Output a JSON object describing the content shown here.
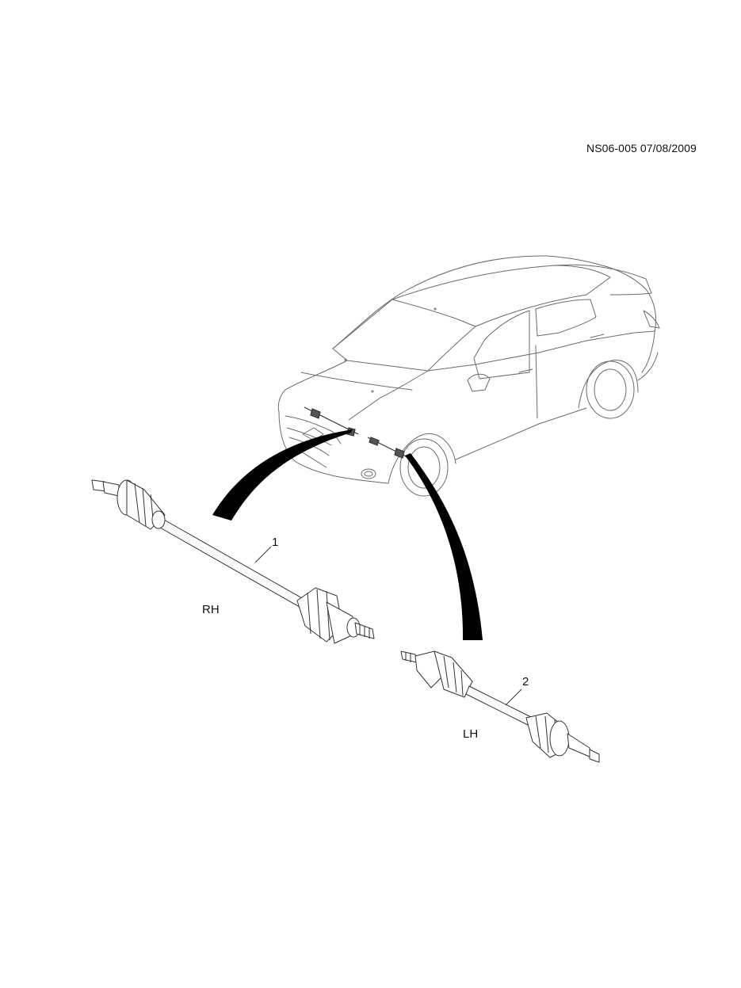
{
  "header": {
    "doc_id": "NS06-005 07/08/2009"
  },
  "parts": [
    {
      "callout": "1",
      "side": "RH"
    },
    {
      "callout": "2",
      "side": "LH"
    }
  ],
  "colors": {
    "line": "#555555",
    "ink": "#111111",
    "arrow": "#000000",
    "background": "#ffffff"
  }
}
